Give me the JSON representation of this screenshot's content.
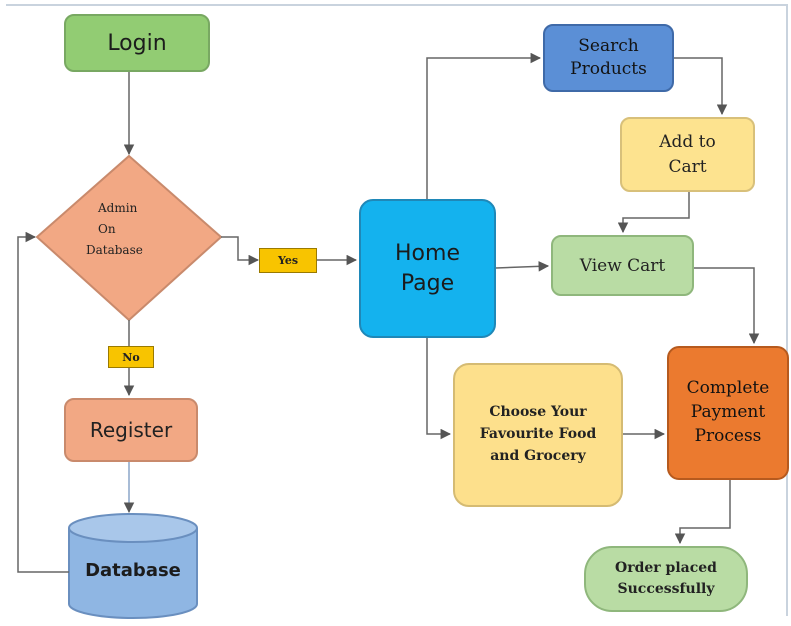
{
  "nodes": {
    "login": "Login",
    "decision": [
      "Admin",
      "On",
      "Database"
    ],
    "register": "Register",
    "database": "Database",
    "home": [
      "Home",
      "Page"
    ],
    "search": [
      "Search",
      "Products"
    ],
    "add_to_cart": [
      "Add to",
      "Cart"
    ],
    "view_cart": "View Cart",
    "choose": [
      "Choose Your",
      "Favourite Food",
      "and Grocery"
    ],
    "payment": [
      "Complete",
      "Payment",
      "Process"
    ],
    "order": [
      "Order placed",
      "Successfully"
    ]
  },
  "edge_labels": {
    "yes": "Yes",
    "no": "No"
  },
  "colors": {
    "login": "#92cc73",
    "decision": "#f2a884",
    "register": "#f2a884",
    "database": "#8fb6e3",
    "home": "#14b2ee",
    "search": "#5b8fd6",
    "add_to_cart": "#fde38f",
    "view_cart": "#b9dca4",
    "choose": "#fde08c",
    "payment": "#eb7a2f",
    "order": "#b9dca4",
    "edge_tag": "#f8c400",
    "connector": "#666666"
  }
}
